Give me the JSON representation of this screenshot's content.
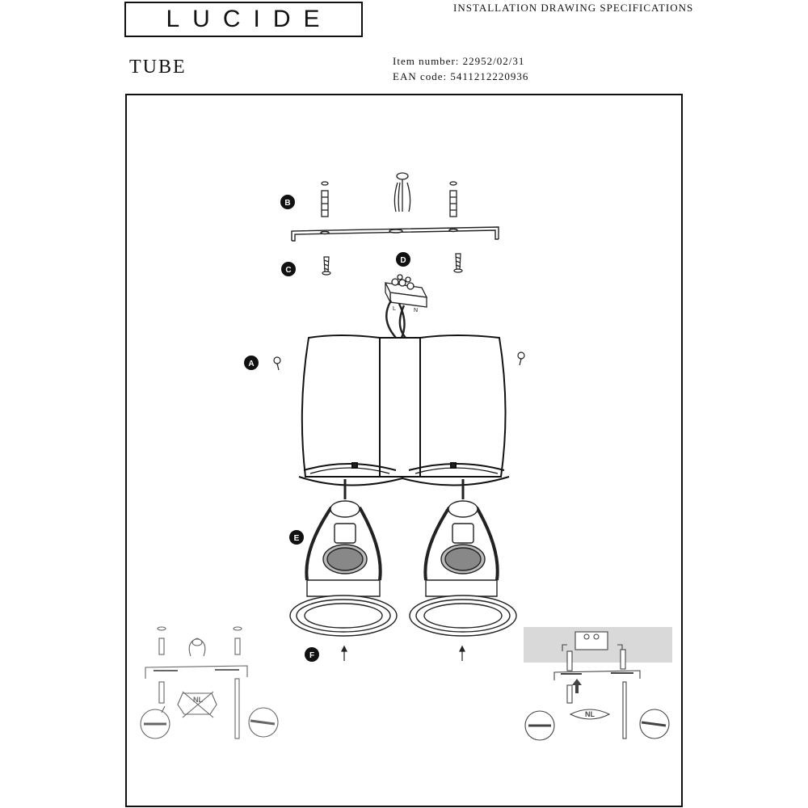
{
  "brand": {
    "logo_text": "LUCIDE"
  },
  "header": {
    "doc_title": "INSTALLATION DRAWING SPECIFICATIONS",
    "product_name": "TUBE",
    "item_number": "Item number: 22952/02/31",
    "ean_code": "EAN code: 5411212220936"
  },
  "labels": {
    "A": "A",
    "B": "B",
    "C": "C",
    "D": "D",
    "E": "E",
    "F": "F",
    "terminal_L": "L",
    "terminal_N": "N",
    "inset_left_nl": "NL",
    "inset_right_nl": "NL"
  }
}
